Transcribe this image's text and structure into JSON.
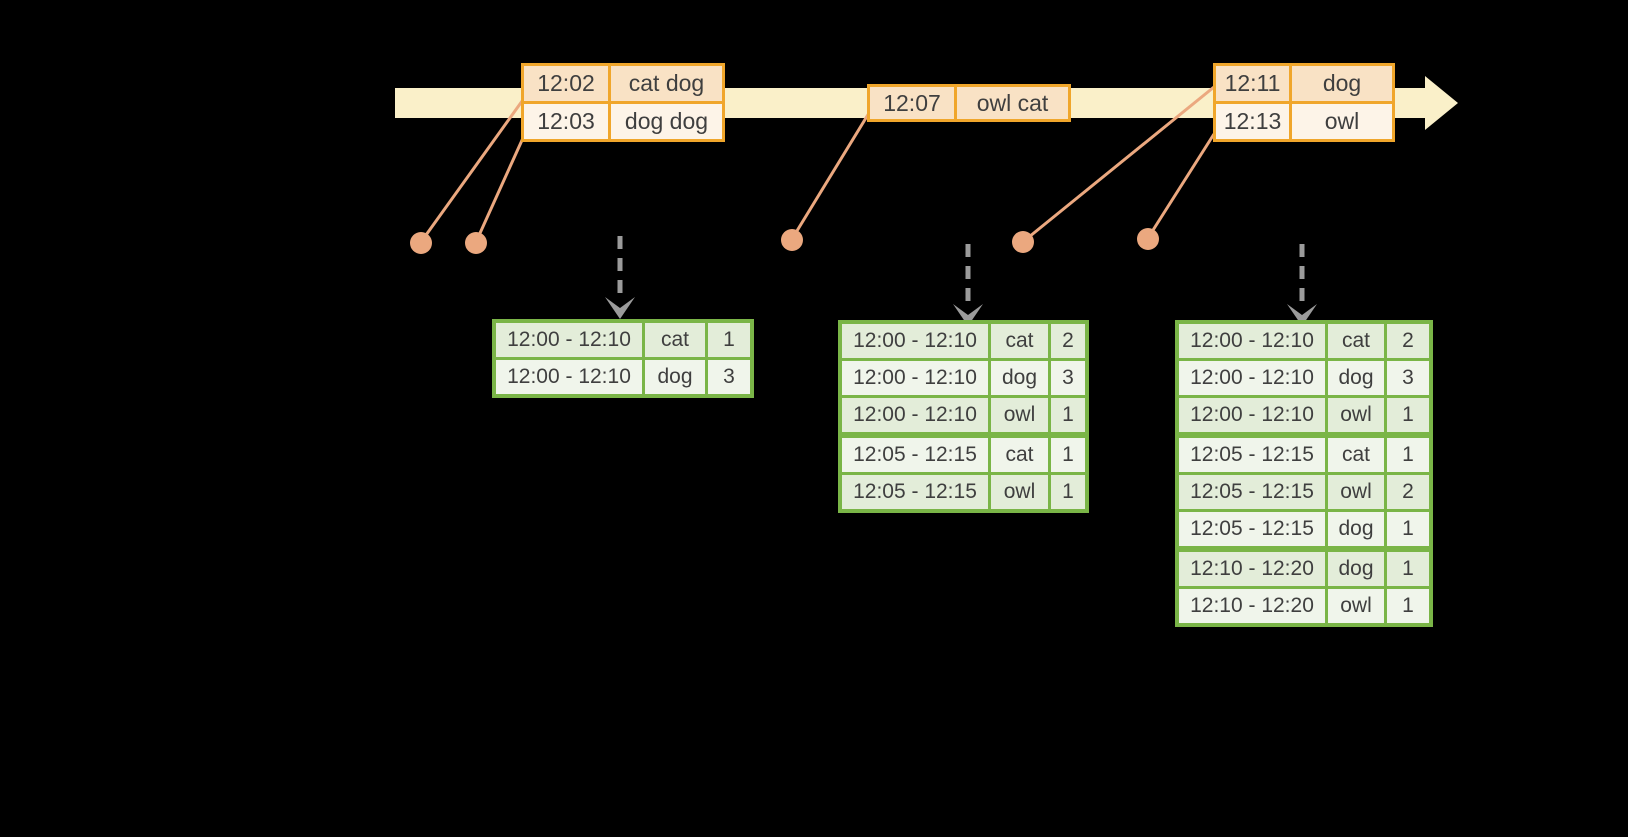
{
  "palette": {
    "background": "#000000",
    "timeline_band": "#FAF0C9",
    "event_table_border": "#F0A62B",
    "event_row_dark": "#F9E2C5",
    "event_row_light": "#FDF4E8",
    "connector": "#EBA87F",
    "result_table_border": "#7AB547",
    "result_row_dark": "#E3EDD9",
    "result_row_light": "#F0F5EB",
    "text": "#3F3F3F",
    "trigger_arrow": "#9B9B9B"
  },
  "event_tables": [
    {
      "rows": [
        {
          "time": "12:02",
          "words": "cat dog"
        },
        {
          "time": "12:03",
          "words": "dog dog"
        }
      ]
    },
    {
      "rows": [
        {
          "time": "12:07",
          "words": "owl cat"
        }
      ]
    },
    {
      "rows": [
        {
          "time": "12:11",
          "words": "dog"
        },
        {
          "time": "12:13",
          "words": "owl"
        }
      ]
    }
  ],
  "result_tables": [
    {
      "rows": [
        {
          "window": "12:00 - 12:10",
          "word": "cat",
          "count": "1"
        },
        {
          "window": "12:00 - 12:10",
          "word": "dog",
          "count": "3"
        }
      ]
    },
    {
      "rows": [
        {
          "window": "12:00 - 12:10",
          "word": "cat",
          "count": "2"
        },
        {
          "window": "12:00 - 12:10",
          "word": "dog",
          "count": "3"
        },
        {
          "window": "12:00 - 12:10",
          "word": "owl",
          "count": "1"
        },
        {
          "window": "12:05 - 12:15",
          "word": "cat",
          "count": "1"
        },
        {
          "window": "12:05 - 12:15",
          "word": "owl",
          "count": "1"
        }
      ]
    },
    {
      "rows": [
        {
          "window": "12:00 - 12:10",
          "word": "cat",
          "count": "2"
        },
        {
          "window": "12:00 - 12:10",
          "word": "dog",
          "count": "3"
        },
        {
          "window": "12:00 - 12:10",
          "word": "owl",
          "count": "1"
        },
        {
          "window": "12:05 - 12:15",
          "word": "cat",
          "count": "1"
        },
        {
          "window": "12:05 - 12:15",
          "word": "owl",
          "count": "2"
        },
        {
          "window": "12:05 - 12:15",
          "word": "dog",
          "count": "1"
        },
        {
          "window": "12:10 - 12:20",
          "word": "dog",
          "count": "1"
        },
        {
          "window": "12:10 - 12:20",
          "word": "owl",
          "count": "1"
        }
      ]
    }
  ]
}
